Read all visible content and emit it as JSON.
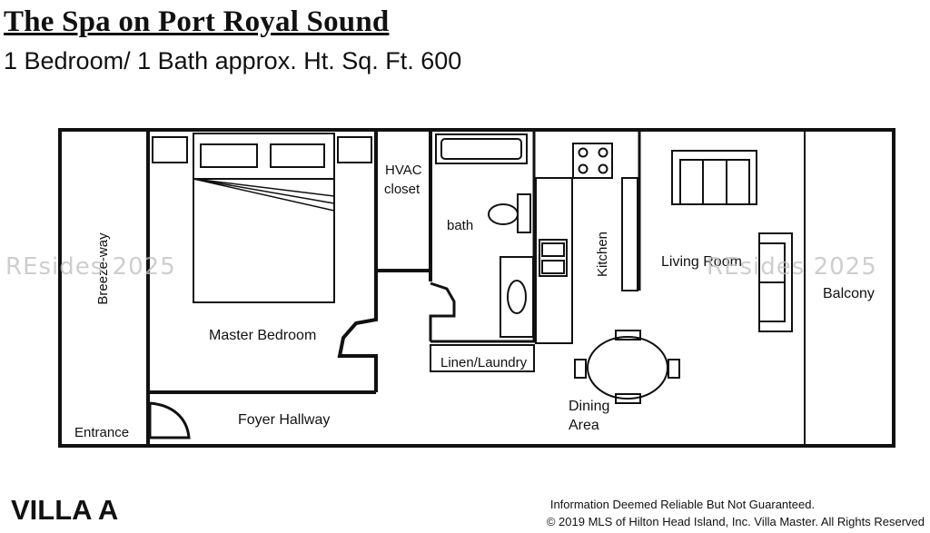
{
  "header": {
    "title": "The Spa on Port Royal Sound",
    "subtitle": "1 Bedroom/ 1 Bath approx. Ht. Sq. Ft. 600"
  },
  "rooms": {
    "breezeway": "Breeze-way",
    "entrance": "Entrance",
    "master_bedroom": "Master Bedroom",
    "foyer_hallway": "Foyer Hallway",
    "hvac_line1": "HVAC",
    "hvac_line2": "closet",
    "bath": "bath",
    "linen_laundry": "Linen/Laundry",
    "kitchen": "Kitchen",
    "dining_line1": "Dining",
    "dining_line2": "Area",
    "living_room": "Living Room",
    "balcony": "Balcony"
  },
  "watermark": {
    "left": "REsides 2025",
    "right": "REsides 2025"
  },
  "footer": {
    "villa": "VILLA A",
    "disclaimer_line1": "Information Deemed Reliable But Not Guaranteed.",
    "disclaimer_line2": "© 2019 MLS of Hilton Head Island, Inc. Villa Master. All Rights Reserved"
  }
}
